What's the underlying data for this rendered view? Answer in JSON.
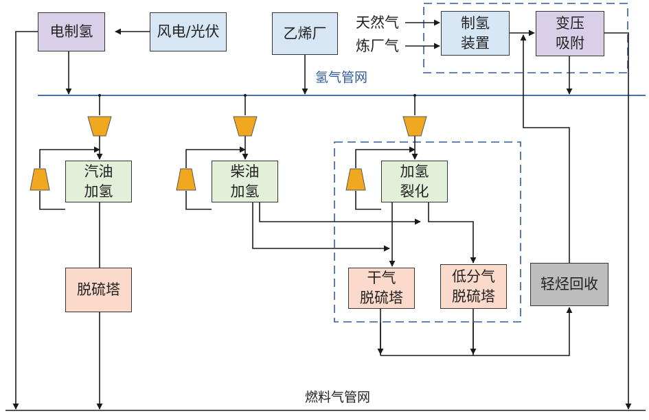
{
  "boxes": {
    "electrolysis": "电制氢",
    "wind_solar": "风电/光伏",
    "ethylene": "乙烯厂",
    "h2_plant": "制氢\n装置",
    "psa": "变压\n吸附",
    "gasoline": "汽油\n加氢",
    "diesel": "柴油\n加氢",
    "hydrocracking": "加氢\n裂化",
    "desulfurizer": "脱硫塔",
    "dry_gas": "干气\n脱硫塔",
    "low_pressure_gas": "低分气\n脱硫塔",
    "light_hc": "轻烃回收"
  },
  "labels": {
    "natural_gas": "天然气",
    "refinery_gas": "炼厂气",
    "h2_network": "氢气管网",
    "fuel_network": "燃料气管网"
  },
  "colors": {
    "line": "#1a1a1a",
    "h2_pipe": "#2f5a9c",
    "dashed": "#2f5a9c",
    "compressor": "#f0a820"
  }
}
